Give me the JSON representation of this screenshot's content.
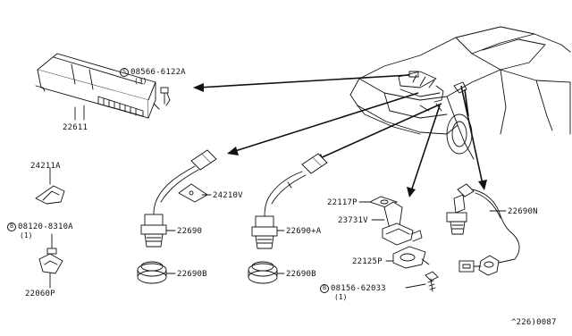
{
  "diagram": {
    "labels": {
      "ecm_bolt": "08566-6122A",
      "ecm_bolt_qty": "(3)",
      "ecm_bolt_prefix": "S",
      "ecm": "22611",
      "knock_bracket": "24211A",
      "knock_bolt": "08120-8310A",
      "knock_bolt_qty": "(1)",
      "knock_bolt_prefix": "B",
      "knock_sensor": "22060P",
      "harness_clip": "24210V",
      "o2_sensor_left": "22690",
      "o2_sensor_mid": "22690+A",
      "grommet_left": "22690B",
      "grommet_mid": "22690B",
      "gasket": "22117P",
      "crank_sensor": "23731V",
      "sensor_bracket": "22125P",
      "bracket_bolt": "08156-62033",
      "bracket_bolt_qty": "(1)",
      "bracket_bolt_prefix": "B",
      "o2_sensor_right": "22690N",
      "diagram_code": "^226)0087"
    }
  }
}
